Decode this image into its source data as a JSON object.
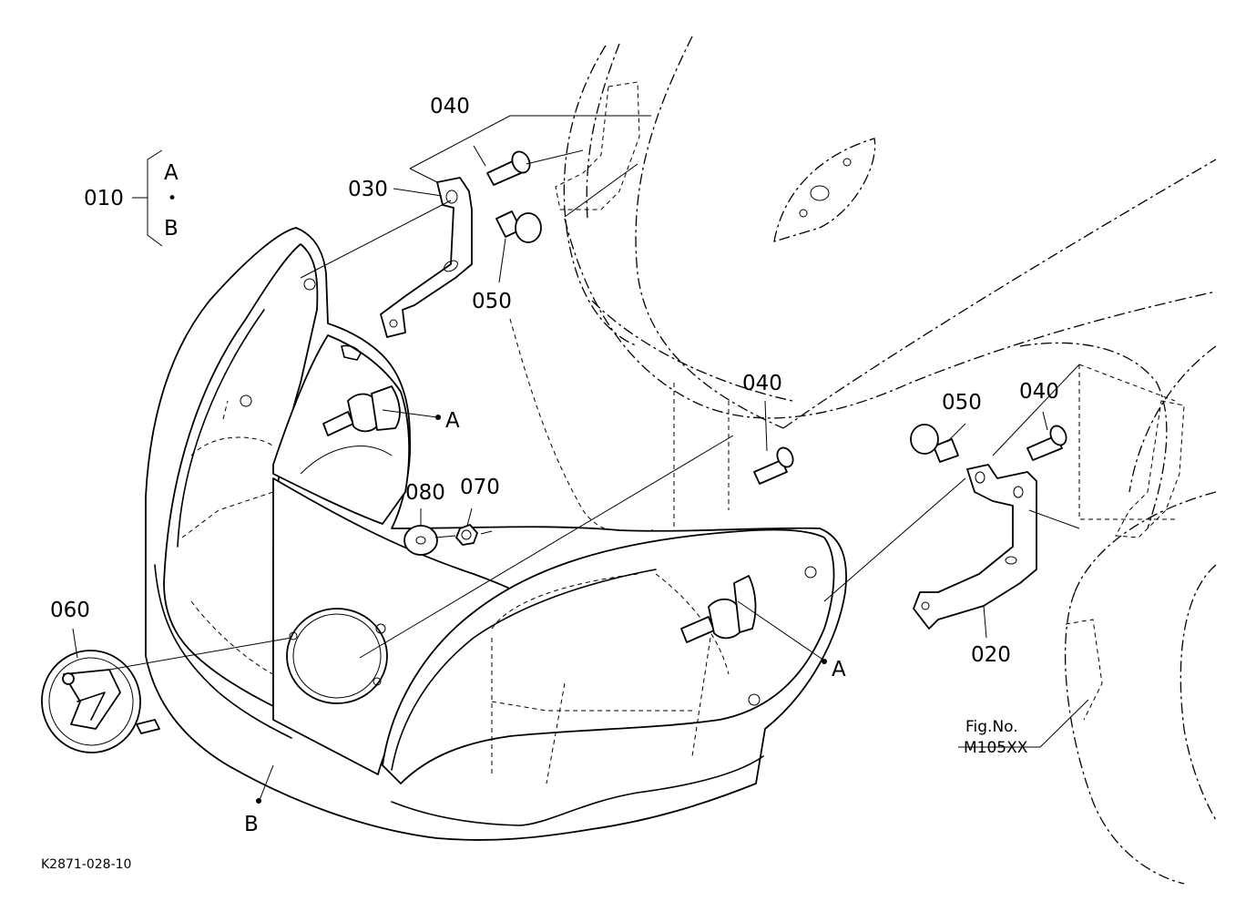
{
  "callouts": {
    "p010": "010",
    "p020": "020",
    "p030": "030",
    "p040_top": "040",
    "p040_mid": "040",
    "p040_right": "040",
    "p050_top": "050",
    "p050_right": "050",
    "p060": "060",
    "p070": "070",
    "p080": "080"
  },
  "markers": {
    "bracket_a": "A",
    "bracket_dot": "•",
    "bracket_b": "B",
    "a_left": "A",
    "a_right": "A",
    "b_bottom": "B"
  },
  "figure_ref": {
    "line1": "Fig.No.",
    "line2": "M105XX"
  },
  "drawing_code": "K2871-028-10"
}
